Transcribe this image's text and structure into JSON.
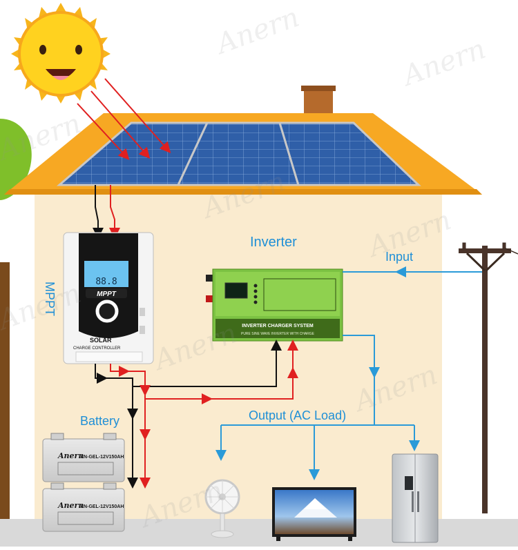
{
  "labels": {
    "inverter": "Inverter",
    "input": "Input",
    "mppt": "MPPT",
    "battery": "Battery",
    "output": "Output (AC Load)"
  },
  "controller": {
    "lcd_digits": "88.8",
    "mppt_badge": "MPPT",
    "brand_line1": "SOLAR",
    "brand_line2": "CHARGE CONTROLLER"
  },
  "inverter_unit": {
    "title": "INVERTER CHARGER SYSTEM",
    "subtitle": "PURE SINE WAVE INVERTER WITH CHARGE"
  },
  "batteries": [
    {
      "brand": "Anern",
      "model": "AN-GEL-12V150AH"
    },
    {
      "brand": "Anern",
      "model": "AN-GEL-12V150AH"
    }
  ],
  "watermark": "Anern",
  "colors": {
    "dc_positive": "#e02020",
    "dc_negative": "#111111",
    "ac_line": "#2a9ad8",
    "wall": "#faebcf",
    "roof": "#f7a823",
    "panel": "#2f5fa8",
    "inverter_body": "#7cc243",
    "label_blue": "#1f8fd6"
  },
  "icons": [
    "sun-icon",
    "tree-icon",
    "utility-pole-icon",
    "fan-icon",
    "tv-icon",
    "fridge-icon"
  ]
}
